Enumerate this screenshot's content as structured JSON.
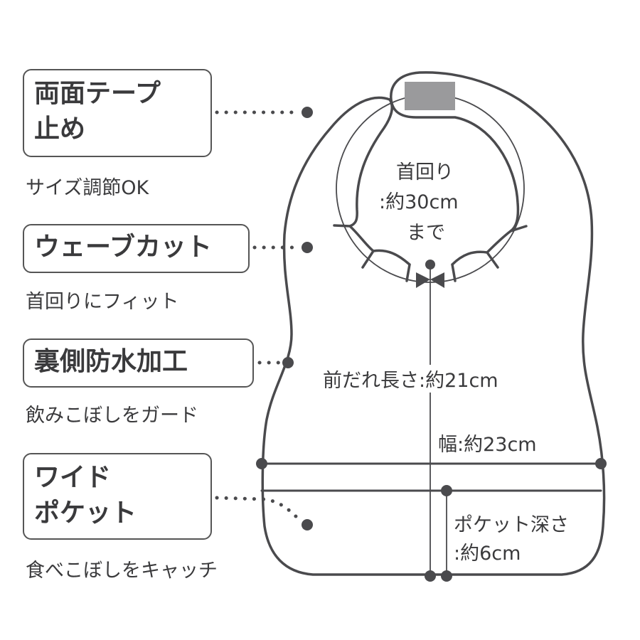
{
  "features": [
    {
      "title_lines": [
        "両面テープ",
        "止め"
      ],
      "caption": "サイズ調節OK"
    },
    {
      "title_lines": [
        "ウェーブカット"
      ],
      "caption": "首回りにフィット"
    },
    {
      "title_lines": [
        "裏側防水加工"
      ],
      "caption": "飲みこぼしをガード"
    },
    {
      "title_lines": [
        "ワイド",
        "ポケット"
      ],
      "caption": "食べこぼしをキャッチ"
    }
  ],
  "dimensions": {
    "neck_lines": [
      "首回り",
      ":約30cm",
      "まで"
    ],
    "length": "前だれ長さ:約21cm",
    "width": "幅:約23cm",
    "pocket_lines": [
      "ポケット深さ",
      ":約6cm"
    ]
  },
  "colors": {
    "line": "#4a4a4d",
    "tape": "#9a9a9c"
  }
}
